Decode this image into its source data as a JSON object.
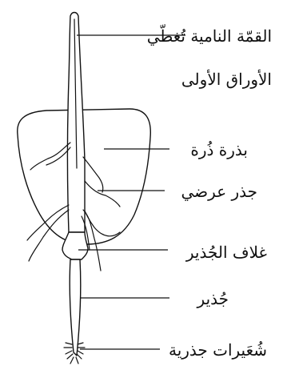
{
  "diagram": {
    "labels": {
      "growing_tip_line1": "القمّة النامية تُغطّي",
      "growing_tip_line2": "الأوراق الأولى",
      "corn_seed": "بذرة ذُرة",
      "lateral_root": "جذر عرضي",
      "radicle_sheath": "غلاف الجُذير",
      "radicle": "جُذير",
      "root_hairs": "شُعَيرات جذرية"
    }
  }
}
